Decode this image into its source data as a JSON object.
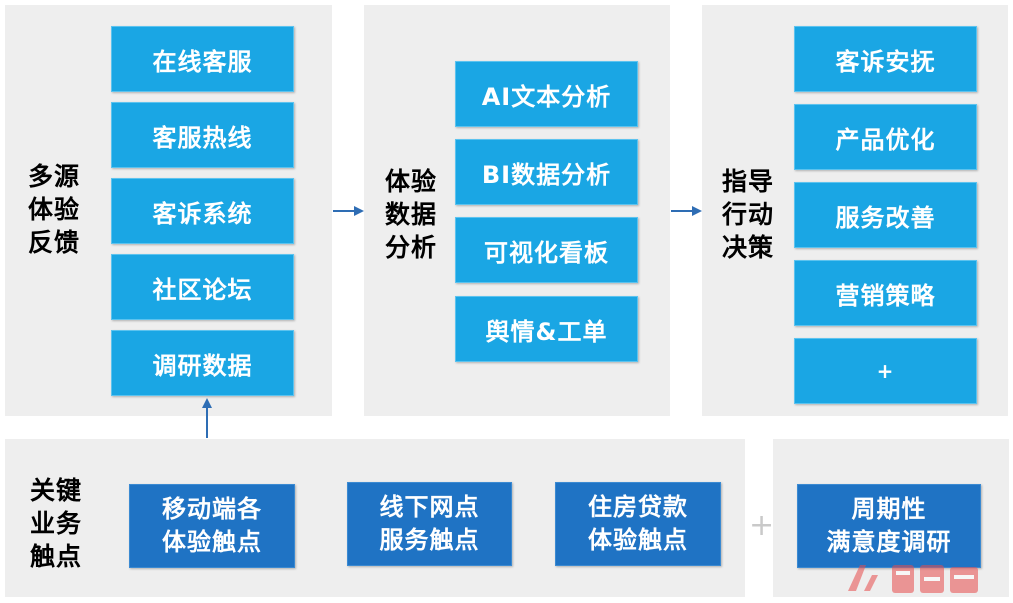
{
  "sources": {
    "label": "多源\n体验\n反馈",
    "items": [
      "在线客服",
      "客服热线",
      "客诉系统",
      "社区论坛",
      "调研数据"
    ]
  },
  "analysis": {
    "label": "体验\n数据\n分析",
    "items": [
      "AI文本分析",
      "BI数据分析",
      "可视化看板",
      "舆情&工单"
    ]
  },
  "actions": {
    "label": "指导\n行动\n决策",
    "items": [
      "客诉安抚",
      "产品优化",
      "服务改善",
      "营销策略",
      "+"
    ]
  },
  "touchpoints": {
    "label": "关键\n业务\n触点",
    "items": [
      {
        "line1": "移动端各",
        "line2": "体验触点"
      },
      {
        "line1": "线下网点",
        "line2": "服务触点"
      },
      {
        "line1": "住房贷款",
        "line2": "体验触点"
      }
    ]
  },
  "plus_separator": "+",
  "survey": {
    "line1": "周期性",
    "line2": "满意度调研"
  },
  "colors": {
    "panel": "#eeeeee",
    "box_light": "#1aa6e4",
    "box_dark": "#1f73c4",
    "arrow": "#2e6db4"
  }
}
